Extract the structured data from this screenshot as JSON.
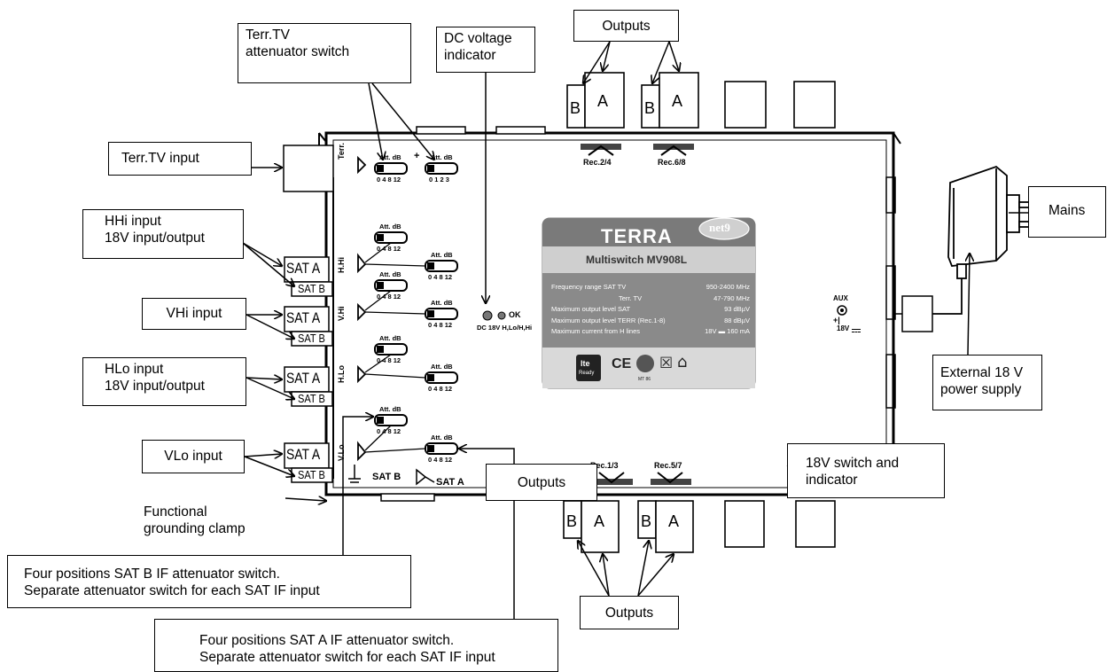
{
  "callouts": {
    "terr_att": [
      "Terr.TV",
      "attenuator switch"
    ],
    "dc_indicator": [
      "DC voltage",
      "indicator"
    ],
    "outputs_top": "Outputs",
    "terr_input": "Terr.TV input",
    "hhi_input": [
      "HHi input",
      "18V input/output"
    ],
    "vhi_input": "VHi input",
    "hlo_input": [
      "HLo input",
      "18V input/output"
    ],
    "vlo_input": "VLo input",
    "grounding": [
      "Functional",
      "grounding clamp"
    ],
    "satb_switch": [
      "Four positions SAT B IF attenuator switch.",
      "Separate attenuator switch for each SAT IF input"
    ],
    "sata_switch": [
      "Four positions SAT A IF attenuator switch.",
      "Separate attenuator switch for each SAT IF input"
    ],
    "outputs_mid": "Outputs",
    "outputs_bottom": "Outputs",
    "mains": "Mains",
    "ext_power": [
      "External 18 V",
      "power supply"
    ],
    "switch18v": [
      "18V switch and",
      "indicator"
    ]
  },
  "device": {
    "brand": "TERRA",
    "badge": "net9",
    "model": "Multiswitch MV908L",
    "specs": [
      {
        "label": "Frequency range  SAT TV",
        "value": "950-2400 MHz"
      },
      {
        "label": "Terr. TV",
        "value": "47-790 MHz"
      },
      {
        "label": "Maximum output level SAT",
        "value": "93 dBµV"
      },
      {
        "label": "Maximum output level TERR (Rec.1-8)",
        "value": "88 dBµV"
      },
      {
        "label": "Maximum current from H lines",
        "value": "18V ▬ 160 mA"
      }
    ],
    "port_labels": {
      "terr": "Terr.",
      "hhi": "H.Hi",
      "vhi": "V.Hi",
      "hlo": "H.Lo",
      "vlo": "V.Lo"
    },
    "att_label": "Att. dB",
    "att_scale_sat": "0 4 8 12",
    "att_scale_terr": "0 1 2 3",
    "plus_sign": "+",
    "sat_a": "SAT A",
    "sat_b": "SAT B",
    "rec_labels": [
      "Rec.2/4",
      "Rec.6/8",
      "Rec.1/3",
      "Rec.5/7"
    ],
    "port_a": "A",
    "port_b": "B",
    "ok_label": "OK",
    "dc_text": "DC 18V H,Lo/H,Hi",
    "aux": {
      "title": "AUX",
      "polarity": "+|",
      "voltage": "18V"
    },
    "bottom_sat_b": "SAT B",
    "bottom_sat_a": "SAT A",
    "cert_marks": {
      "ce": "CE",
      "lte": "lte",
      "ready": "Ready",
      "plate": "MT 86"
    }
  }
}
